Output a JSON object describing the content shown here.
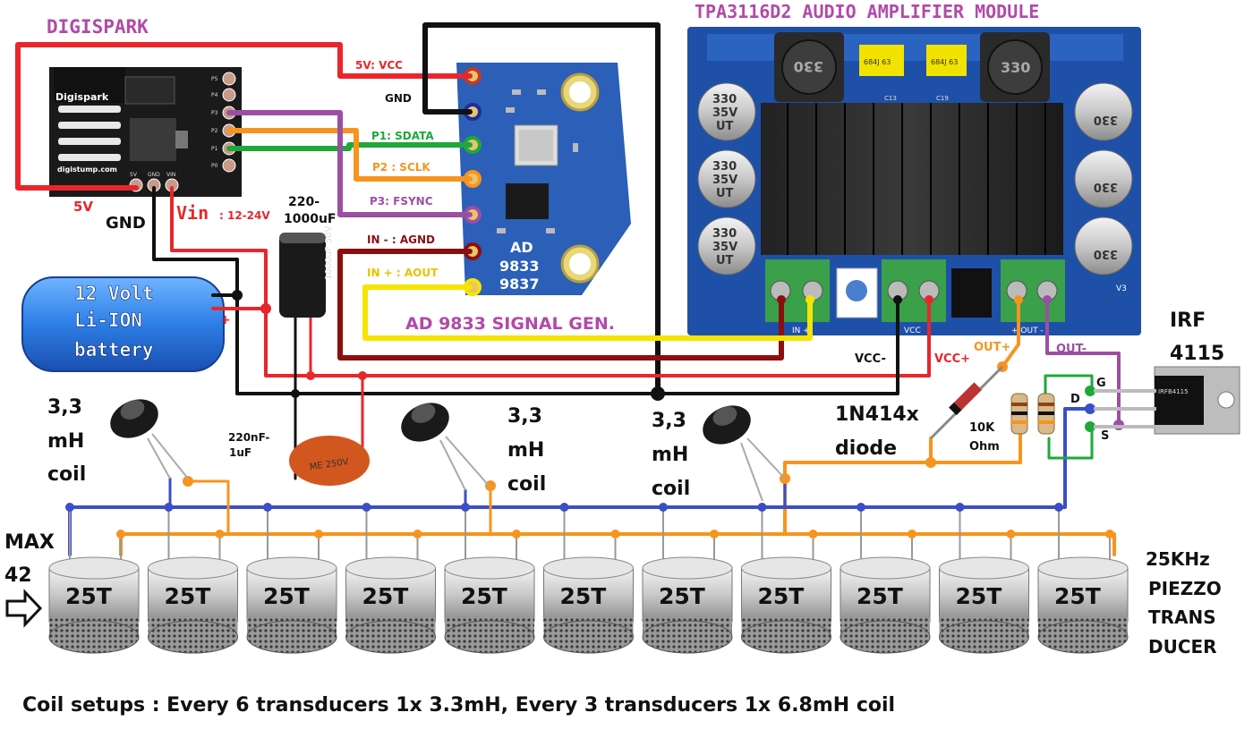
{
  "digispark": {
    "title": "DIGISPARK",
    "board_text": "Digispark",
    "url_text": "digistump.com",
    "pin_labels": [
      "P5",
      "P4",
      "P3",
      "P2",
      "P1",
      "P0"
    ],
    "power_pins": [
      "5V",
      "GND",
      "VIN"
    ],
    "label_5v": "5V",
    "label_gnd": "GND",
    "label_vin": "Vin",
    "label_vin_range": ": 12-24V"
  },
  "signal_gen": {
    "title": "AD 9833 SIGNAL GEN.",
    "chip_line1": "AD",
    "chip_line2": "9833",
    "chip_line3": "9837",
    "pins": [
      "5V: VCC",
      "GND",
      "P1: SDATA",
      "P2 : SCLK",
      "P3: FSYNC",
      "IN - : AGND",
      "IN + : AOUT"
    ]
  },
  "amplifier": {
    "title": "TPA3116D2 AUDIO AMPLIFIER MODULE",
    "coil_code": "330",
    "cap_lines": [
      "330",
      "35V",
      "UT"
    ],
    "film_cap": "684J 63",
    "c_labels": [
      "C13",
      "C19"
    ],
    "terminal_labels": [
      "IN +",
      "VCC",
      "+ OUT -"
    ],
    "version": "V3",
    "label_vcc_minus": "VCC-",
    "label_vcc_plus": "VCC+",
    "label_out_plus": "OUT+",
    "label_out_minus": "OUT-"
  },
  "battery": {
    "lines": [
      "12 Volt",
      "Li-ION",
      "battery"
    ],
    "minus": "-",
    "plus": "+"
  },
  "cap_large": {
    "label_line1": "220-",
    "label_line2": "1000uF",
    "body_text": "1000uF 50V"
  },
  "cap_small": {
    "label_line1": "220nF-",
    "label_line2": "1uF",
    "body_text": "ME 250V"
  },
  "coils": [
    {
      "line1": "3,3",
      "line2": "mH",
      "line3": "coil"
    },
    {
      "line1": "3,3",
      "line2": "mH",
      "line3": "coil"
    },
    {
      "line1": "3,3",
      "line2": "mH",
      "line3": "coil"
    }
  ],
  "diode": {
    "line1": "1N414x",
    "line2": "diode"
  },
  "resistor": {
    "line1": "10K",
    "line2": "Ohm"
  },
  "mosfet": {
    "line1": "IRF",
    "line2": "4115",
    "pin_g": "G",
    "pin_d": "D",
    "pin_s": "S",
    "body_text": "IRFB4115"
  },
  "transducer": {
    "label": "25T",
    "count": 11,
    "desc": [
      "25KHz",
      "PIEZZO",
      "TRANS",
      "DUCER"
    ]
  },
  "max_label": {
    "line1": "MAX",
    "line2": "42"
  },
  "footer": "Coil setups : Every 6 transducers 1x 3.3mH, Every 3 transducers 1x 6.8mH coil",
  "colors": {
    "red": "#e8262b",
    "black": "#111111",
    "green": "#1fa83a",
    "orange": "#f7941d",
    "purple": "#9b4fa3",
    "darkred": "#8b0f0f",
    "yellow": "#f5e400",
    "blue": "#3b4ec8",
    "title_purple": "#b14aa8",
    "title_red": "#d42020"
  }
}
